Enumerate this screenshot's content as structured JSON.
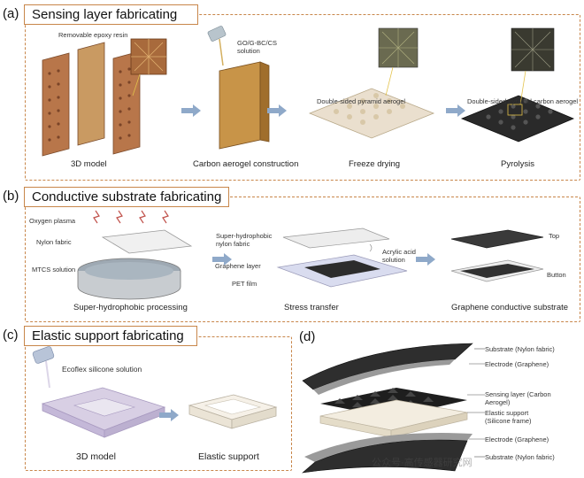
{
  "panel_a": {
    "letter": "(a)",
    "title": "Sensing layer fabricating",
    "labels": {
      "epoxy": "Removable epoxy resin",
      "solution": "GO/G-BC/CS\nsolution",
      "aerogel": "Double-sided pyramid aerogel",
      "carbon_aerogel": "Double-sided pyramid carbon aerogel"
    },
    "steps": [
      "3D model",
      "Carbon aerogel construction",
      "Freeze drying",
      "Pyrolysis"
    ]
  },
  "panel_b": {
    "letter": "(b)",
    "title": "Conductive substrate fabricating",
    "labels": {
      "plasma": "Oxygen plasma",
      "nylon": "Nylon fabric",
      "mtcs": "MTCS solution",
      "sh_nylon": "Super-hydrophobic\nnylon fabric",
      "graphene": "Graphene layer",
      "pet": "PET film",
      "acrylic": "Acrylic acid\nsolution",
      "top": "Top",
      "button": "Button"
    },
    "steps": [
      "Super-hydrophobic processing",
      "Stress transfer",
      "Graphene conductive substrate"
    ]
  },
  "panel_c": {
    "letter": "(c)",
    "title": "Elastic support fabricating",
    "labels": {
      "ecoflex": "Ecoflex silicone solution"
    },
    "steps": [
      "3D model",
      "Elastic support"
    ]
  },
  "panel_d": {
    "letter": "(d)",
    "labels": [
      "Substrate (Nylon fabric)",
      "Electrode (Graphene)",
      "Sensing layer (Carbon",
      "Aerogel)",
      "Elastic support",
      "(Silicone frame)",
      "Electrode (Graphene)",
      "Substrate (Nylon fabric)"
    ]
  },
  "watermark": "公众号·高传感器研究网",
  "colors": {
    "frame": "#c8864a",
    "arrow": "#8fa9c9"
  }
}
